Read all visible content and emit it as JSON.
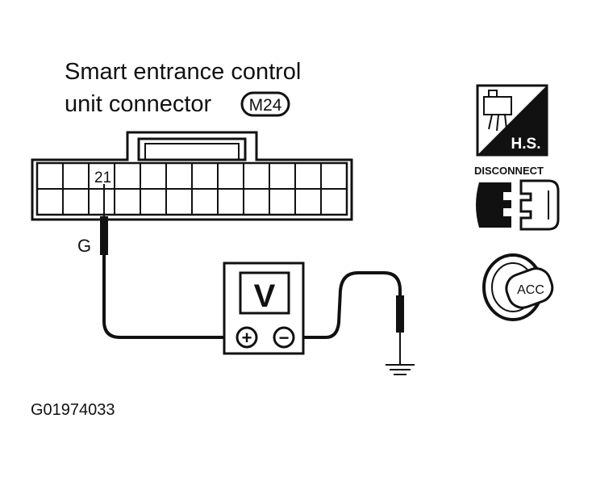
{
  "connector": {
    "title_line1": "Smart entrance control",
    "title_line2": "unit connector",
    "connector_code": "M24",
    "terminal": "21"
  },
  "wire": {
    "color_code": "G"
  },
  "meter": {
    "mode": "V",
    "plus": "+",
    "minus": "−"
  },
  "icons": {
    "harness_badge": "H.S.",
    "disconnect_label": "DISCONNECT",
    "ignition_position": "ACC"
  },
  "figure_id": "G01974033"
}
